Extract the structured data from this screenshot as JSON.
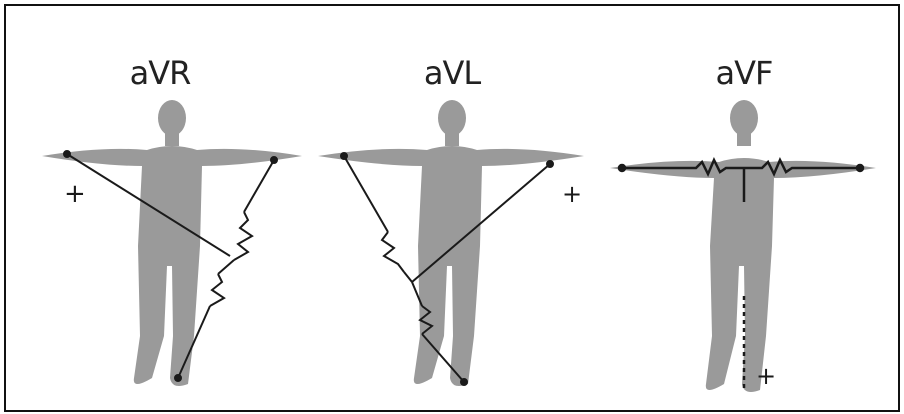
{
  "leads": [
    {
      "label": "aVR",
      "positive_marker": "+"
    },
    {
      "label": "aVL",
      "positive_marker": "+"
    },
    {
      "label": "aVF",
      "positive_marker": "+"
    }
  ],
  "colors": {
    "body": "#9a9a9a",
    "lines": "#1a1a1a",
    "border": "#111111"
  }
}
